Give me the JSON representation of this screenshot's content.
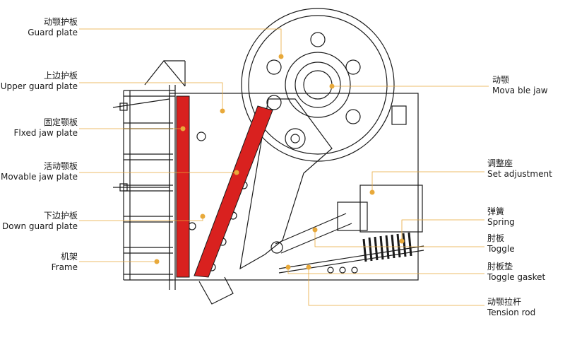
{
  "colors": {
    "accent": "#e8a93a",
    "jaw_plate": "#d9211f",
    "line": "#1a1a1a"
  },
  "labels_left": [
    {
      "cn": "动颚护板",
      "en": "Guard plate"
    },
    {
      "cn": "上边护板",
      "en": "Upper guard plate"
    },
    {
      "cn": "固定颚板",
      "en": "Flxed jaw plate"
    },
    {
      "cn": "活动颚板",
      "en": "Movable jaw plate"
    },
    {
      "cn": "下边护板",
      "en": "Down guard plate"
    },
    {
      "cn": "机架",
      "en": "Frame"
    }
  ],
  "labels_right": [
    {
      "cn": "动颚",
      "en": "Mova ble jaw"
    },
    {
      "cn": "调整座",
      "en": "Set adjustment"
    },
    {
      "cn": "弹簧",
      "en": "Spring"
    },
    {
      "cn": "肘板",
      "en": "Toggle"
    },
    {
      "cn": "肘板垫",
      "en": "Toggle gasket"
    },
    {
      "cn": "动颚拉杆",
      "en": "Tension rod"
    }
  ]
}
